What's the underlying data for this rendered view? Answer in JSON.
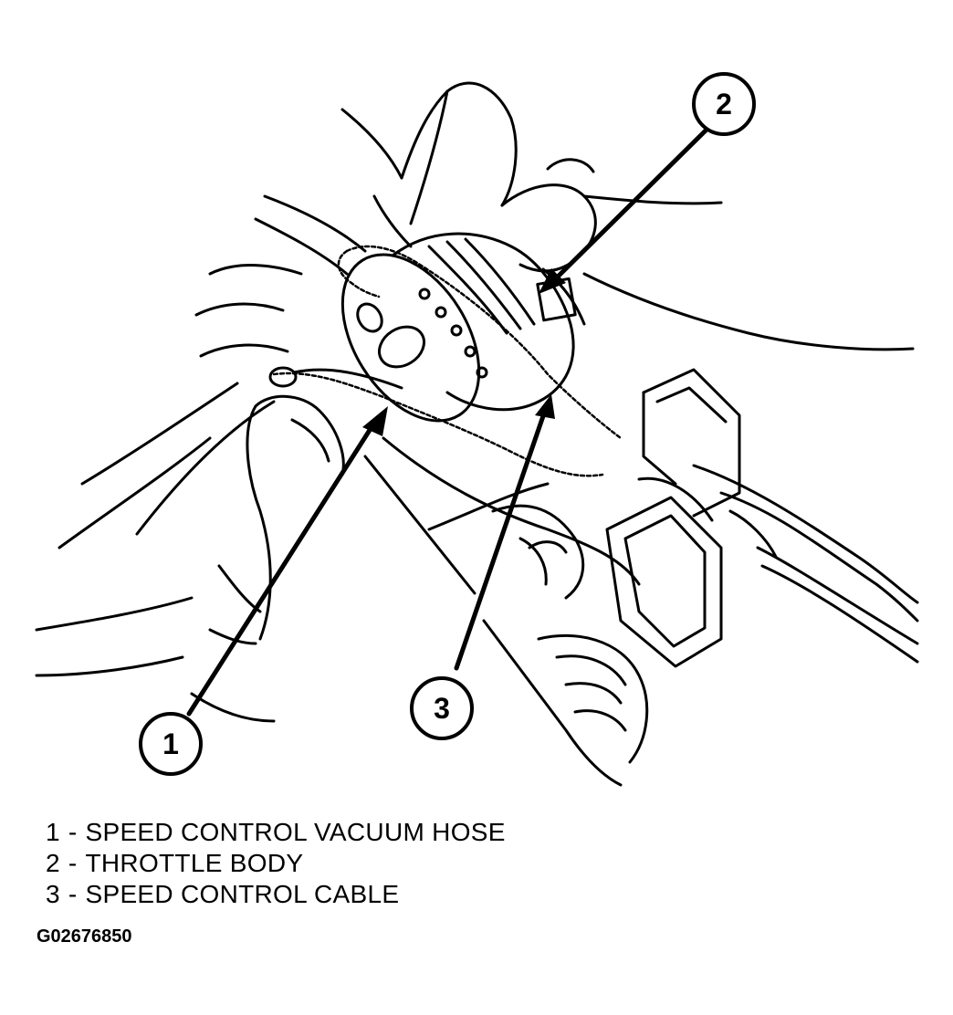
{
  "callouts": [
    {
      "number": "1",
      "label": "SPEED CONTROL VACUUM HOSE"
    },
    {
      "number": "2",
      "label": "THROTTLE BODY"
    },
    {
      "number": "3",
      "label": "SPEED CONTROL CABLE"
    }
  ],
  "separator": "-",
  "figure_id": "G02676850"
}
